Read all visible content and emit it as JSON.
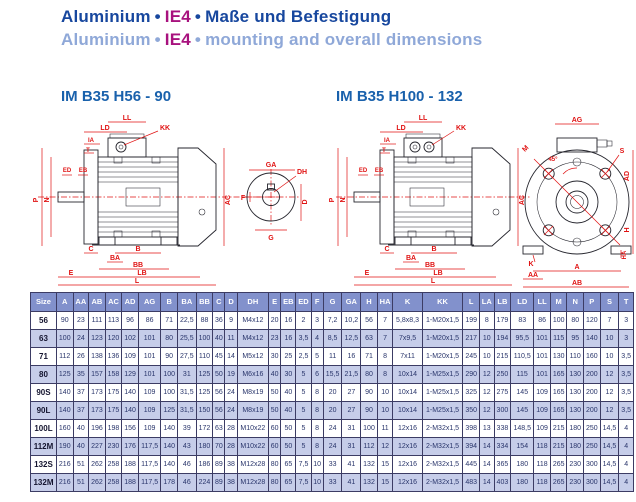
{
  "colors": {
    "title_navy": "#17479e",
    "title_light_blue": "#8fa8d8",
    "ie4_magenta": "#a8127e",
    "drawing_heading_blue": "#1961ac",
    "table_header_bg": "#8291cc",
    "table_row_alt_bg": "#c6cde9",
    "table_text": "#29356b",
    "dimension_red": "#e01212"
  },
  "header": {
    "line1": {
      "brand": "Aluminium",
      "bullet": "•",
      "efficiency": "IE4",
      "title": "Maße und Befestigung"
    },
    "line2": {
      "brand": "Aluminium",
      "bullet": "•",
      "efficiency": "IE4",
      "title": "mounting and overall dimensions"
    }
  },
  "drawings": {
    "left_title": "IM B35 H56 - 90",
    "right_title": "IM B35 H100 - 132",
    "dim": {
      "A": "A",
      "AA": "AA",
      "AB": "AB",
      "AC": "AC",
      "AD": "AD",
      "AG": "AG",
      "B": "B",
      "BA": "BA",
      "BB": "BB",
      "C": "C",
      "D": "D",
      "DH": "DH",
      "E": "E",
      "EB": "EB",
      "ED": "ED",
      "F": "F",
      "G": "G",
      "GA": "GA",
      "H": "H",
      "HA": "HA",
      "IA": "IA",
      "K": "K",
      "KK": "KK",
      "L": "L",
      "LB": "LB",
      "LD": "LD",
      "LL": "LL",
      "M": "M",
      "N": "N",
      "P": "P",
      "S": "S",
      "T": "T",
      "angle45": "45°"
    }
  },
  "table": {
    "headers": [
      "Size",
      "A",
      "AA",
      "AB",
      "AC",
      "AD",
      "AG",
      "B",
      "BA",
      "BB",
      "C",
      "D",
      "DH",
      "E",
      "EB",
      "ED",
      "F",
      "G",
      "GA",
      "H",
      "HA",
      "K",
      "KK",
      "L",
      "LA",
      "LB",
      "LD",
      "LL",
      "M",
      "N",
      "P",
      "S",
      "T"
    ],
    "rows": [
      [
        "56",
        "90",
        "23",
        "111",
        "113",
        "96",
        "86",
        "71",
        "22,5",
        "88",
        "36",
        "9",
        "M4x12",
        "20",
        "16",
        "2",
        "3",
        "7,2",
        "10,2",
        "56",
        "7",
        "5,8x8,3",
        "1-M20x1,5",
        "199",
        "8",
        "179",
        "83",
        "86",
        "100",
        "80",
        "120",
        "7",
        "3"
      ],
      [
        "63",
        "100",
        "24",
        "123",
        "120",
        "102",
        "101",
        "80",
        "25,5",
        "100",
        "40",
        "11",
        "M4x12",
        "23",
        "16",
        "3,5",
        "4",
        "8,5",
        "12,5",
        "63",
        "7",
        "7x9,5",
        "1-M20x1,5",
        "217",
        "10",
        "194",
        "95,5",
        "101",
        "115",
        "95",
        "140",
        "10",
        "3"
      ],
      [
        "71",
        "112",
        "26",
        "138",
        "136",
        "109",
        "101",
        "90",
        "27,5",
        "110",
        "45",
        "14",
        "M5x12",
        "30",
        "25",
        "2,5",
        "5",
        "11",
        "16",
        "71",
        "8",
        "7x11",
        "1-M20x1,5",
        "245",
        "10",
        "215",
        "110,5",
        "101",
        "130",
        "110",
        "160",
        "10",
        "3,5"
      ],
      [
        "80",
        "125",
        "35",
        "157",
        "158",
        "129",
        "101",
        "100",
        "31",
        "125",
        "50",
        "19",
        "M6x16",
        "40",
        "30",
        "5",
        "6",
        "15,5",
        "21,5",
        "80",
        "8",
        "10x14",
        "1-M25x1,5",
        "290",
        "12",
        "250",
        "115",
        "101",
        "165",
        "130",
        "200",
        "12",
        "3,5"
      ],
      [
        "90S",
        "140",
        "37",
        "173",
        "175",
        "140",
        "109",
        "100",
        "31,5",
        "125",
        "56",
        "24",
        "M8x19",
        "50",
        "40",
        "5",
        "8",
        "20",
        "27",
        "90",
        "10",
        "10x14",
        "1-M25x1,5",
        "325",
        "12",
        "275",
        "145",
        "109",
        "165",
        "130",
        "200",
        "12",
        "3,5"
      ],
      [
        "90L",
        "140",
        "37",
        "173",
        "175",
        "140",
        "109",
        "125",
        "31,5",
        "150",
        "56",
        "24",
        "M8x19",
        "50",
        "40",
        "5",
        "8",
        "20",
        "27",
        "90",
        "10",
        "10x14",
        "1-M25x1,5",
        "350",
        "12",
        "300",
        "145",
        "109",
        "165",
        "130",
        "200",
        "12",
        "3,5"
      ],
      [
        "100L",
        "160",
        "40",
        "196",
        "198",
        "156",
        "109",
        "140",
        "39",
        "172",
        "63",
        "28",
        "M10x22",
        "60",
        "50",
        "5",
        "8",
        "24",
        "31",
        "100",
        "11",
        "12x16",
        "2-M32x1,5",
        "398",
        "13",
        "338",
        "148,5",
        "109",
        "215",
        "180",
        "250",
        "14,5",
        "4"
      ],
      [
        "112M",
        "190",
        "40",
        "227",
        "230",
        "176",
        "117,5",
        "140",
        "43",
        "180",
        "70",
        "28",
        "M10x22",
        "60",
        "50",
        "5",
        "8",
        "24",
        "31",
        "112",
        "12",
        "12x16",
        "2-M32x1,5",
        "394",
        "14",
        "334",
        "154",
        "118",
        "215",
        "180",
        "250",
        "14,5",
        "4"
      ],
      [
        "132S",
        "216",
        "51",
        "262",
        "258",
        "188",
        "117,5",
        "140",
        "46",
        "186",
        "89",
        "38",
        "M12x28",
        "80",
        "65",
        "7,5",
        "10",
        "33",
        "41",
        "132",
        "15",
        "12x16",
        "2-M32x1,5",
        "445",
        "14",
        "365",
        "180",
        "118",
        "265",
        "230",
        "300",
        "14,5",
        "4"
      ],
      [
        "132M",
        "216",
        "51",
        "262",
        "258",
        "188",
        "117,5",
        "178",
        "46",
        "224",
        "89",
        "38",
        "M12x28",
        "80",
        "65",
        "7,5",
        "10",
        "33",
        "41",
        "132",
        "15",
        "12x16",
        "2-M32x1,5",
        "483",
        "14",
        "403",
        "180",
        "118",
        "265",
        "230",
        "300",
        "14,5",
        "4"
      ]
    ]
  }
}
